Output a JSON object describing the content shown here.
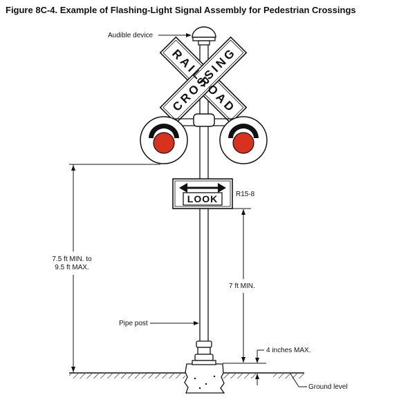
{
  "title": "Figure 8C-4.  Example of Flashing-Light Signal Assembly for Pedestrian Crossings",
  "crossbuck": {
    "word1": "RAILROAD",
    "word2": "CROSSING"
  },
  "look_sign": {
    "text": "LOOK",
    "code": "R15-8"
  },
  "labels": {
    "audible_device": "Audible device",
    "height_line1": "7.5 ft MIN. to",
    "height_line2": "9.5 ft MAX.",
    "seven_ft": "7 ft MIN.",
    "pipe_post": "Pipe post",
    "four_inches": "4 inches MAX.",
    "ground_level": "Ground level"
  },
  "colors": {
    "lamp_red": "#d8321f",
    "ink": "#111111"
  }
}
